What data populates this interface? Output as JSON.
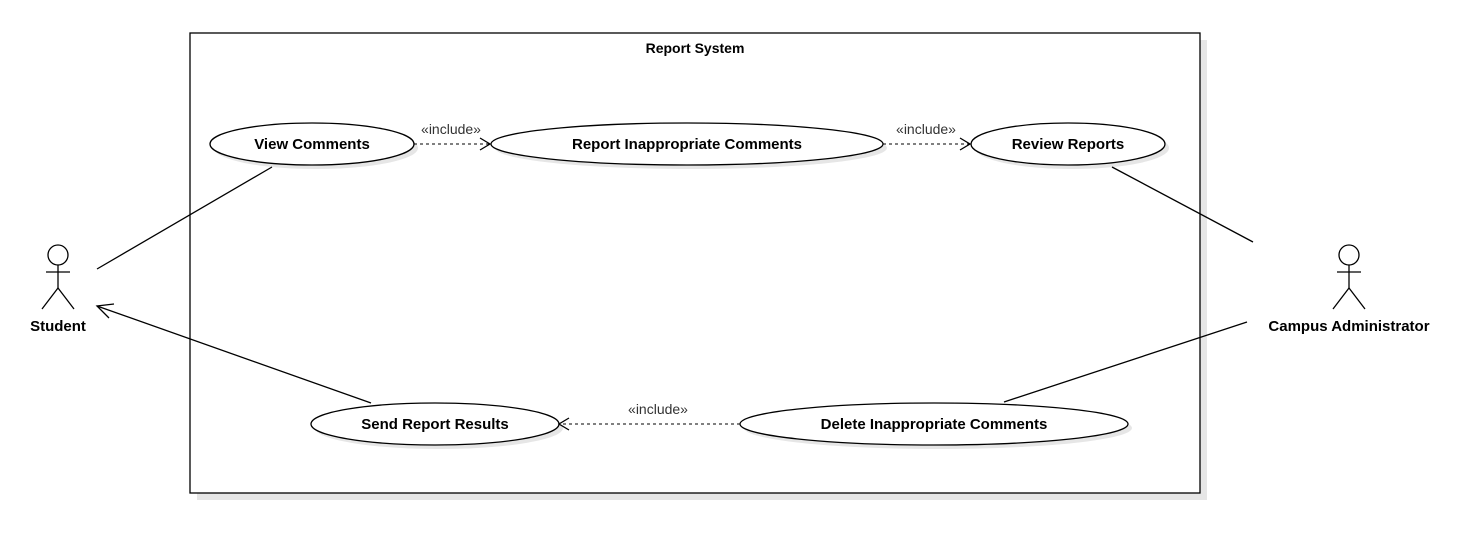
{
  "system": {
    "title": "Report System"
  },
  "actors": {
    "student": "Student",
    "admin": "Campus Administrator"
  },
  "use_cases": {
    "view_comments": "View Comments",
    "report_inappropriate": "Report Inappropriate Comments",
    "review_reports": "Review Reports",
    "send_results": "Send Report Results",
    "delete_inappropriate": "Delete Inappropriate Comments"
  },
  "relations": {
    "include_1": "«include»",
    "include_2": "«include»",
    "include_3": "«include»"
  }
}
